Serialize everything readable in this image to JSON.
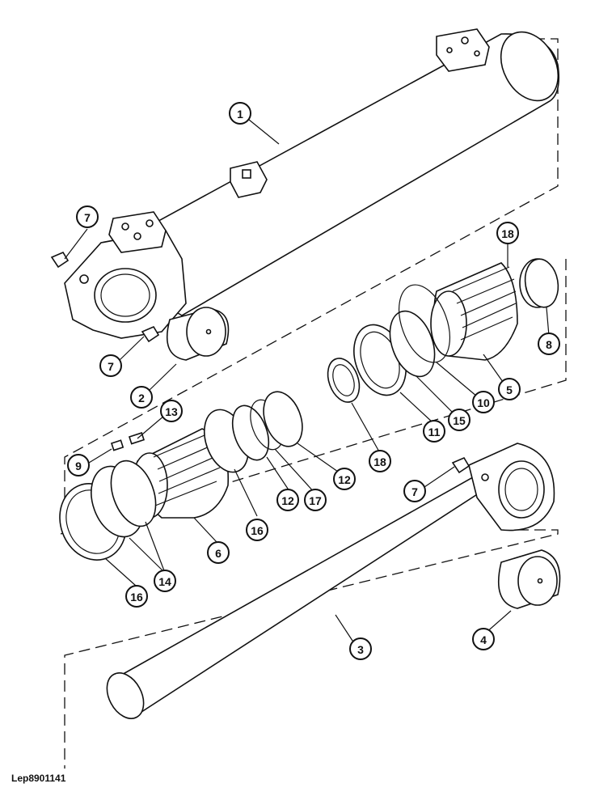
{
  "figure_id": "Lep8901141",
  "callouts": {
    "c1": "1",
    "c2": "2",
    "c3": "3",
    "c4": "4",
    "c5": "5",
    "c6": "6",
    "c7a": "7",
    "c7b": "7",
    "c7c": "7",
    "c8": "8",
    "c9": "9",
    "c10": "10",
    "c11": "11",
    "c12a": "12",
    "c12b": "12",
    "c13": "13",
    "c14": "14",
    "c15": "15",
    "c16a": "16",
    "c16b": "16",
    "c17": "17",
    "c18a": "18",
    "c18b": "18"
  }
}
